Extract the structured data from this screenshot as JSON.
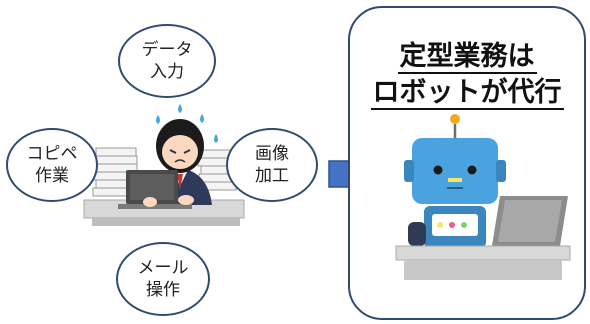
{
  "bubbles": {
    "data_entry": [
      "データ",
      "入力"
    ],
    "copy_paste": [
      "コピペ",
      "作業"
    ],
    "image_edit": [
      "画像",
      "加工"
    ],
    "mail": [
      "メール",
      "操作"
    ]
  },
  "panel": {
    "title_line1": "定型業務は",
    "title_line2": "ロボットが代行"
  },
  "colors": {
    "outline": "#2f4b73",
    "arrow": "#4472c4",
    "robot": "#4aa3df"
  }
}
